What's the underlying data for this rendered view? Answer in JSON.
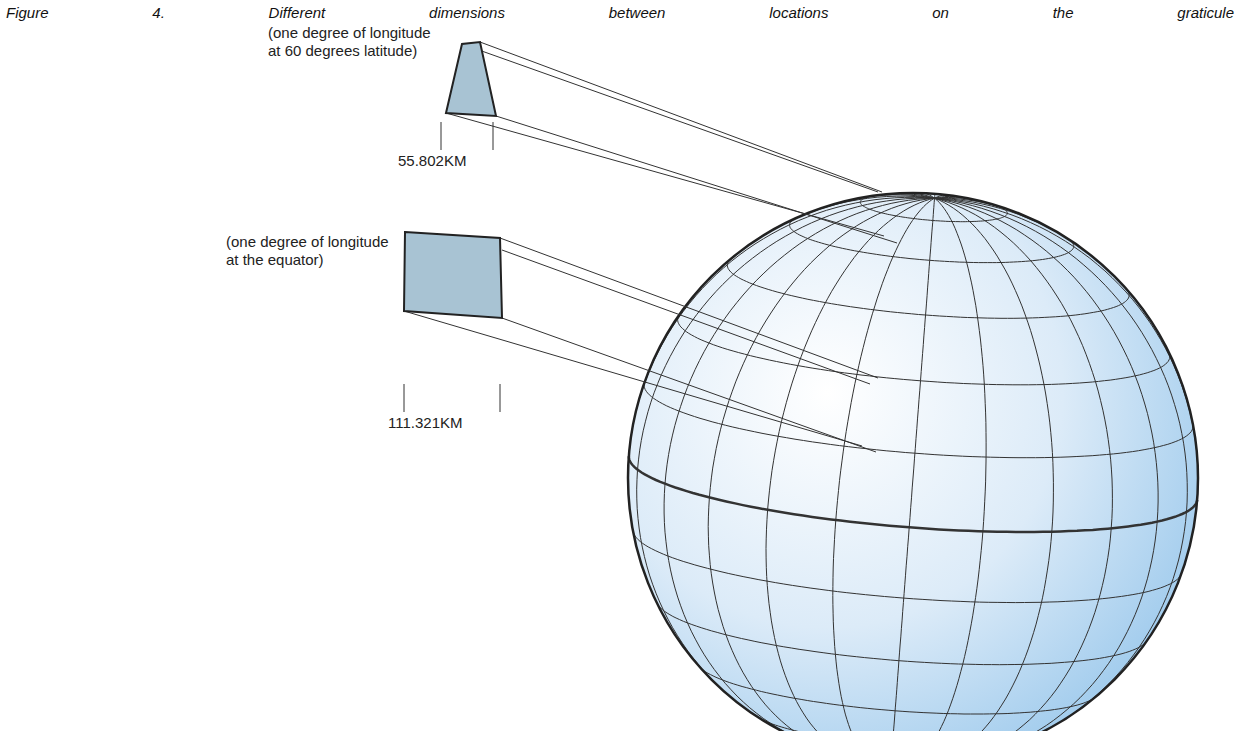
{
  "diagram": {
    "caption": "Figure 4. Different dimensions between locations on the graticule",
    "labels": [
      "(one degree of longitude at 60 degrees latitude)",
      "55.802KM",
      "(one degree of longitude at the equator)",
      "111.321KM"
    ]
  }
}
